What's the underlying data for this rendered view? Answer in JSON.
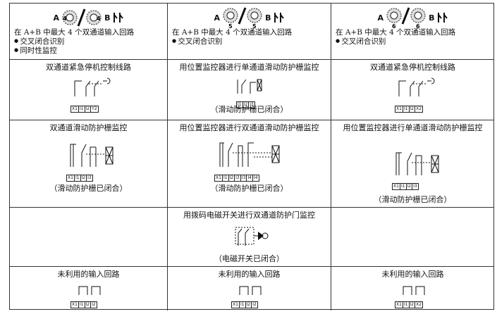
{
  "header": {
    "col1": {
      "label_a": "A",
      "num_a": "4",
      "num_b": "4",
      "label_b": "B",
      "text": "在 A+B 中最大 4 个双通道输入回路",
      "bullets": [
        "交叉闭合识别",
        "同时性监控"
      ]
    },
    "col2": {
      "label_a": "A",
      "num_a": "5",
      "num_b": "5",
      "label_b": "B",
      "text": "在 A+B 中最大 4 个双通道输入回路",
      "bullets": [
        "交叉闭合识别"
      ]
    },
    "col3": {
      "label_a": "A",
      "num_a": "6",
      "num_b": "6",
      "label_b": "B",
      "text": "在 A+B 中最大 4 个双通道输入回路",
      "bullets": [
        "交叉闭合识别"
      ]
    }
  },
  "rows": {
    "r2": {
      "c1": {
        "title": "双通道紧急停机控制线路",
        "terms": [
          "X1",
          "I1",
          "I2",
          "Y2"
        ]
      },
      "c2": {
        "title": "用位置监控器进行单通道滑动防护栅监控",
        "terms": [
          "I1",
          "I2",
          "I3"
        ],
        "note": "（滑动防护栅已闭合）"
      },
      "c3": {
        "title": "双通道紧急停机控制线路",
        "terms": [
          "X1",
          "I1",
          "I2",
          "X2"
        ]
      }
    },
    "r3": {
      "c1": {
        "title": "双通道滑动防护栅监控",
        "terms": [
          "X1",
          "I1",
          "I2",
          "I3"
        ],
        "note": "（滑动防护栅已闭合）"
      },
      "c2": {
        "title": "用位置监控器进行双通道滑动防护栅监控",
        "terms": [
          "X1",
          "I1",
          "I2",
          "I3",
          "I3",
          "I4",
          "I4"
        ],
        "note": "（滑动防护栅已闭合）"
      },
      "c3": {
        "title": "用位置监控器进行单通道滑动防护栅监控",
        "terms": [
          "X1",
          "I1",
          "I2",
          "I3"
        ],
        "note": "（滑动防护栅已闭合）"
      }
    },
    "r4": {
      "c2": {
        "title": "用拨码电磁开关进行双通道防护门监控",
        "note": "（电磁开关已闭合）"
      }
    },
    "r5": {
      "c1": {
        "title": "未利用的输入回路",
        "terms": [
          "X1",
          "I1",
          "I2",
          "I2"
        ]
      },
      "c2": {
        "title": "未利用的输入回路",
        "terms": [
          "X1",
          "I1",
          "I2",
          "I2"
        ]
      },
      "c3": {
        "title": "未利用的输入回路",
        "terms": [
          "X1",
          "I1",
          "I2",
          "X2"
        ]
      }
    }
  }
}
